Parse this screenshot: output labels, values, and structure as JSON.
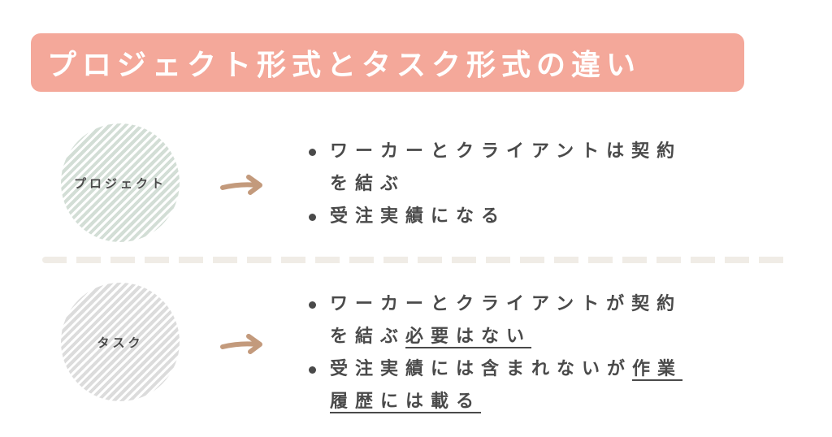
{
  "title": "プロジェクト形式とタスク形式の違い",
  "colors": {
    "banner": "#f4a89a",
    "arrow": "#c39a7c",
    "text": "#4a4a4a",
    "circle_project": "#d3ded6",
    "circle_task": "#dcdcdc",
    "divider": "#f0ece6"
  },
  "sections": [
    {
      "label": "プロジェクト",
      "arrow_icon": "right-arrow-icon",
      "bullets": [
        {
          "line1": "ワーカーとクライアントは契約",
          "line2": "を結ぶ"
        },
        {
          "line1": "受注実績になる"
        }
      ]
    },
    {
      "label": "タスク",
      "arrow_icon": "right-arrow-icon",
      "bullets": [
        {
          "line1": "ワーカーとクライアントが契約",
          "line2_plain": "を結ぶ",
          "line2_underlined": "必要はない"
        },
        {
          "line1_plain": "受注実績には含まれないが",
          "line1_underlined": "作業",
          "line2_underlined": "履歴には載る"
        }
      ]
    }
  ]
}
